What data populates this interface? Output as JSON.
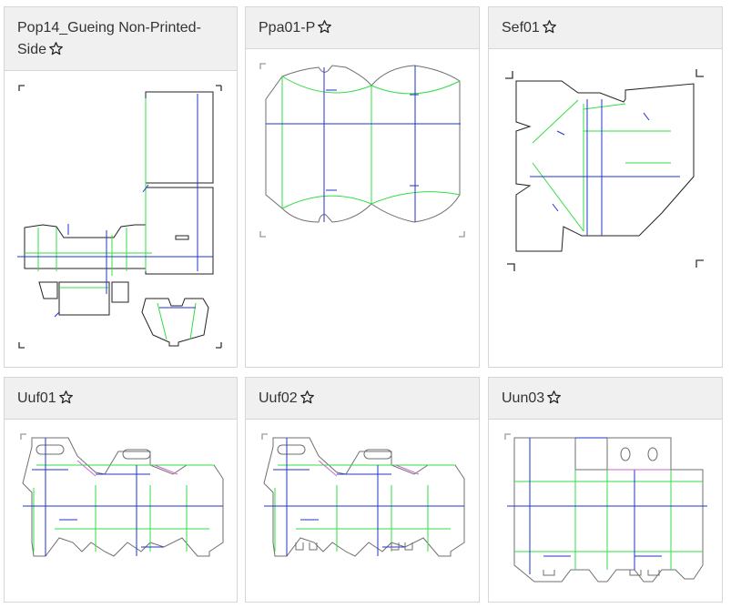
{
  "cards": [
    {
      "title": "Pop14_Gueing Non-Printed-Side",
      "star_icon": "star-outline-icon"
    },
    {
      "title": "Ppa01-P",
      "star_icon": "star-outline-icon"
    },
    {
      "title": "Sef01",
      "star_icon": "star-outline-icon"
    },
    {
      "title": "Uuf01",
      "star_icon": "star-outline-icon"
    },
    {
      "title": "Uuf02",
      "star_icon": "star-outline-icon"
    },
    {
      "title": "Uun03",
      "star_icon": "star-outline-icon"
    }
  ],
  "colors": {
    "header_bg": "#f0f0f0",
    "border": "#d6d6d6",
    "cut_line": "#6f6f6f",
    "crease_line": "#33dd44",
    "bleed_line": "#2233cc"
  }
}
